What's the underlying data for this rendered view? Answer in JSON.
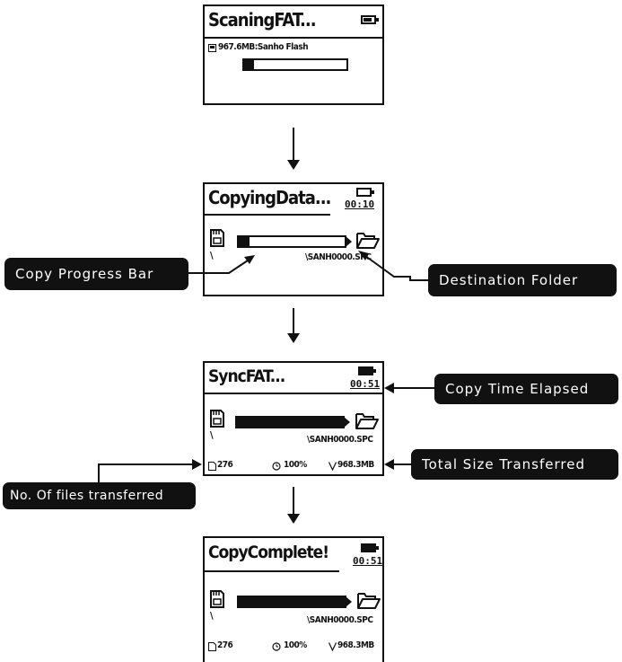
{
  "screens": [
    {
      "title": "ScaningFAT...",
      "device_info": "967.6MB:Sanho Flash",
      "progress": 0.1
    },
    {
      "title": "CopyingData...",
      "time": "00:10",
      "src_path": "\\",
      "dest_path": "\\SANH0000.SPC",
      "progress": 0.1
    },
    {
      "title": "SyncFAT...",
      "time": "00:51",
      "src_path": "\\",
      "dest_path": "\\SANH0000.SPC",
      "files": "276",
      "percent": "100%",
      "size": "968.3MB",
      "progress": 1.0
    },
    {
      "title": "CopyComplete!",
      "time": "00:51",
      "src_path": "\\",
      "dest_path": "\\SANH0000.SPC",
      "files": "276",
      "percent": "100%",
      "size": "968.3MB",
      "progress": 1.0
    }
  ],
  "callouts": {
    "copy_progress_bar": "Copy Progress Bar",
    "destination_folder": "Destination Folder",
    "copy_time_elapsed": "Copy Time Elapsed",
    "total_size_transferred": "Total Size Transferred",
    "files_transferred": "No. Of files transferred"
  },
  "colors": {
    "ink": "#111111",
    "callout_bg": "#111111",
    "callout_text": "#ffffff"
  },
  "icons": [
    "battery-icon",
    "memory-card-icon",
    "folder-icon",
    "clock-icon",
    "file-icon",
    "disk-icon"
  ]
}
